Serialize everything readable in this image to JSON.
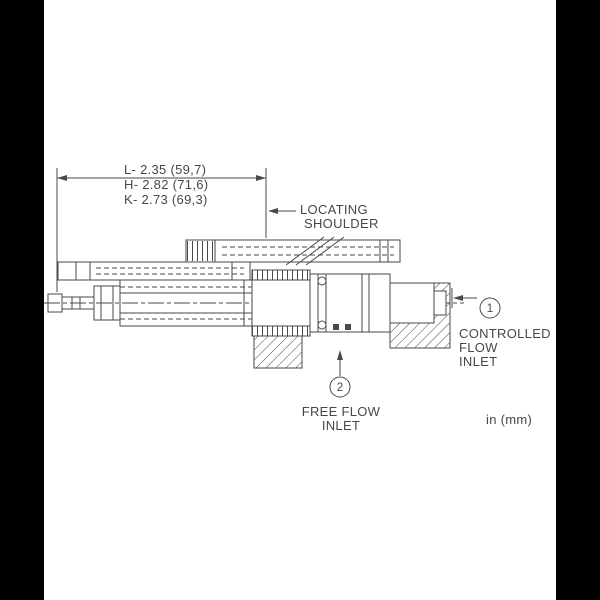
{
  "frame": {
    "left_bar_color": "#000000",
    "right_bar_color": "#000000",
    "background_color": "#ffffff"
  },
  "drawing": {
    "stroke_color": "#4a4a4a",
    "dim_labels": [
      "L- 2.35 (59,7)",
      "H- 2.82 (71,6)",
      "K- 2.73 (69,3)"
    ],
    "locating_shoulder": [
      "LOCATING",
      "SHOULDER"
    ],
    "callouts": [
      {
        "number": "1",
        "lines": [
          "CONTROLLED",
          "FLOW",
          "INLET"
        ]
      },
      {
        "number": "2",
        "lines": [
          "FREE FLOW",
          "INLET"
        ]
      }
    ],
    "units_note": "in (mm)"
  }
}
